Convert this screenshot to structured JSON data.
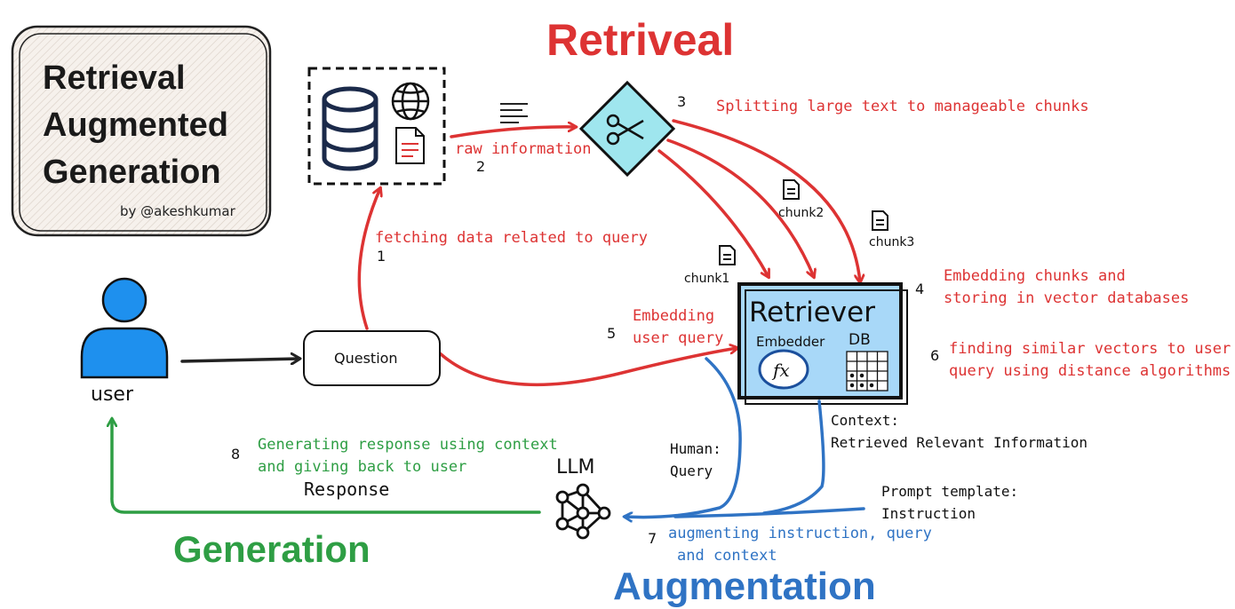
{
  "title": {
    "line1": "Retrieval",
    "line2": "Augmented",
    "line3": "Generation",
    "author": "by @akeshkumar"
  },
  "phases": {
    "retrieval": "Retriveal",
    "augmentation": "Augmentation",
    "generation": "Generation"
  },
  "nodes": {
    "user": "user",
    "question": "Question",
    "retriever": "Retriever",
    "embedder": "Embedder",
    "db": "DB",
    "fx": "fx",
    "llm": "LLM"
  },
  "chunks": {
    "chunk1": "chunk1",
    "chunk2": "chunk2",
    "chunk3": "chunk3"
  },
  "steps": {
    "n1": "1",
    "n2": "2",
    "n3": "3",
    "n4": "4",
    "n5": "5",
    "n6": "6",
    "n7": "7",
    "n8": "8"
  },
  "labels": {
    "fetching": "fetching data related to query",
    "raw_info": "raw information",
    "splitting": "Splitting large text to manageable chunks",
    "embedding_chunks_1": "Embedding chunks and",
    "embedding_chunks_2": "storing in vector databases",
    "embedding_query_1": "Embedding",
    "embedding_query_2": "user query",
    "similar_1": "finding similar vectors to user",
    "similar_2": "query using distance algorithms",
    "context_1": "Context:",
    "context_2": "Retrieved Relevant Information",
    "human_1": "Human:",
    "human_2": "Query",
    "prompt_1": "Prompt template:",
    "prompt_2": "Instruction",
    "augmenting_1": "augmenting instruction, query",
    "augmenting_2": "and context",
    "generating_1": "Generating response using context",
    "generating_2": "and giving back to user",
    "response": "Response"
  },
  "colors": {
    "red": "#dd3333",
    "blue": "#2f73c4",
    "green": "#2e9e44",
    "user_blue": "#1e90ee",
    "retriever_fill": "#a8d8f8",
    "scissors_fill": "#9fe6ee",
    "dark": "#1b2a4a"
  },
  "icons": [
    "database-icon",
    "globe-icon",
    "document-icon",
    "text-lines-icon",
    "scissors-icon",
    "chunk-document-icon",
    "user-icon",
    "neural-network-icon",
    "fx-icon",
    "db-grid-icon"
  ]
}
